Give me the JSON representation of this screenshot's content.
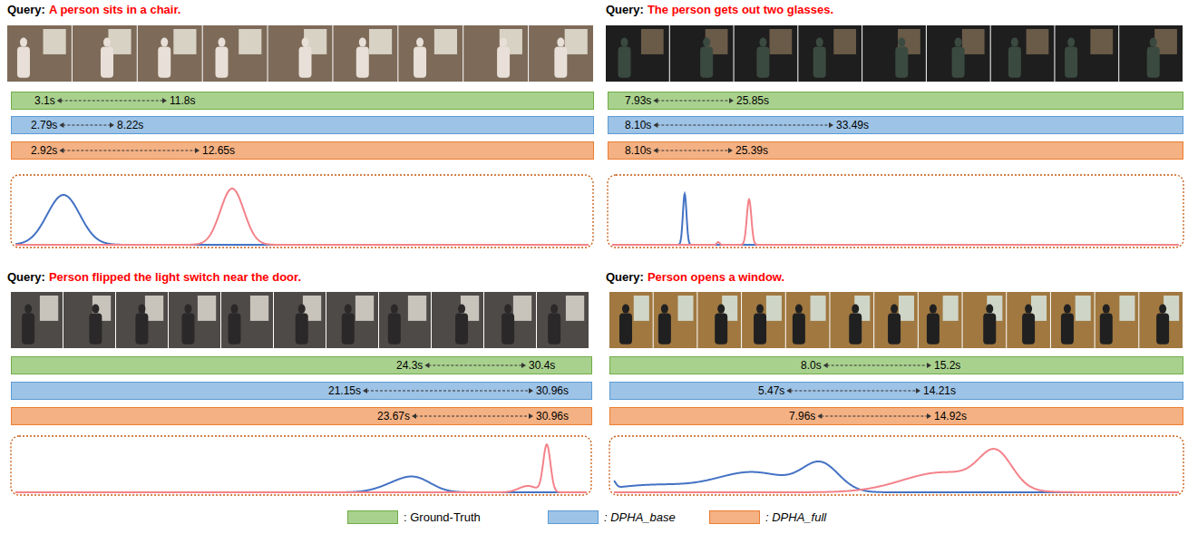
{
  "diagram": {
    "nodes": [
      {
        "text": [
          "3.1s",
          "11.8s"
        ]
      },
      {
        "text": [
          "2.79s",
          "8.22s"
        ]
      },
      {
        "text": [
          "2.92s",
          "12.65s"
        ]
      },
      {
        "text": [
          "7.93s",
          "25.85s"
        ]
      },
      {
        "text": [
          "8.10s",
          "33.49s"
        ]
      },
      {
        "text": [
          "8.10s",
          "25.39s"
        ]
      },
      {
        "text": [
          "24.3s",
          "30.4s"
        ]
      },
      {
        "text": [
          "21.15s",
          "30.96s"
        ]
      },
      {
        "text": [
          "23.67s",
          "30.96s"
        ]
      },
      {
        "text": [
          "8.0s",
          "15.2s"
        ]
      },
      {
        "text": [
          "5.47s",
          "14.21s"
        ]
      },
      {
        "text": [
          "7.96s",
          "14.92s"
        ]
      }
    ],
    "labels": [
      "Query:",
      "A person sits in a chair.",
      "Query:",
      "The person gets out two glasses.",
      "Query:",
      "Person flipped the light switch near the door.",
      "Query:",
      "Person opens a window."
    ],
    "legend": [
      {
        "text": ": Ground-Truth",
        "color": "#a9d18e"
      },
      {
        "text": ": DPHA_base",
        "color": "#9dc3e6"
      },
      {
        "text": ": DPHA_full",
        "color": "#f4b183"
      }
    ]
  }
}
